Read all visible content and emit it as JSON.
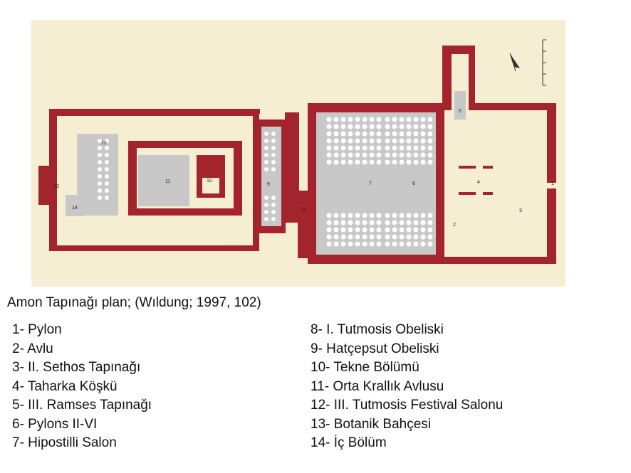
{
  "caption": "Amon Tapınağı plan; (Wıldung; 1997, 102)",
  "colors": {
    "background": "#f5eed2",
    "wall": "#a3242c",
    "court": "#c8c8c8",
    "column": "#ffffff"
  },
  "plan_labels": [
    "1",
    "2",
    "3",
    "4",
    "5",
    "6",
    "7",
    "8",
    "9",
    "10",
    "11",
    "12",
    "13",
    "14"
  ],
  "legend_left": [
    "1- Pylon",
    "2- Avlu",
    "3- II. Sethos Tapınağı",
    "4- Taharka Köşkü",
    "5- III. Ramses Tapınağı",
    "6- Pylons II-VI",
    "7- Hipostilli Salon"
  ],
  "legend_right": [
    "8- I. Tutmosis Obeliski",
    "9- Hatçepsut Obeliski",
    "10- Tekne Bölümü",
    "11- Orta Krallık Avlusu",
    "12- III. Tutmosis Festival Salonu",
    "13- Botanik Bahçesi",
    "14- İç Bölüm"
  ]
}
